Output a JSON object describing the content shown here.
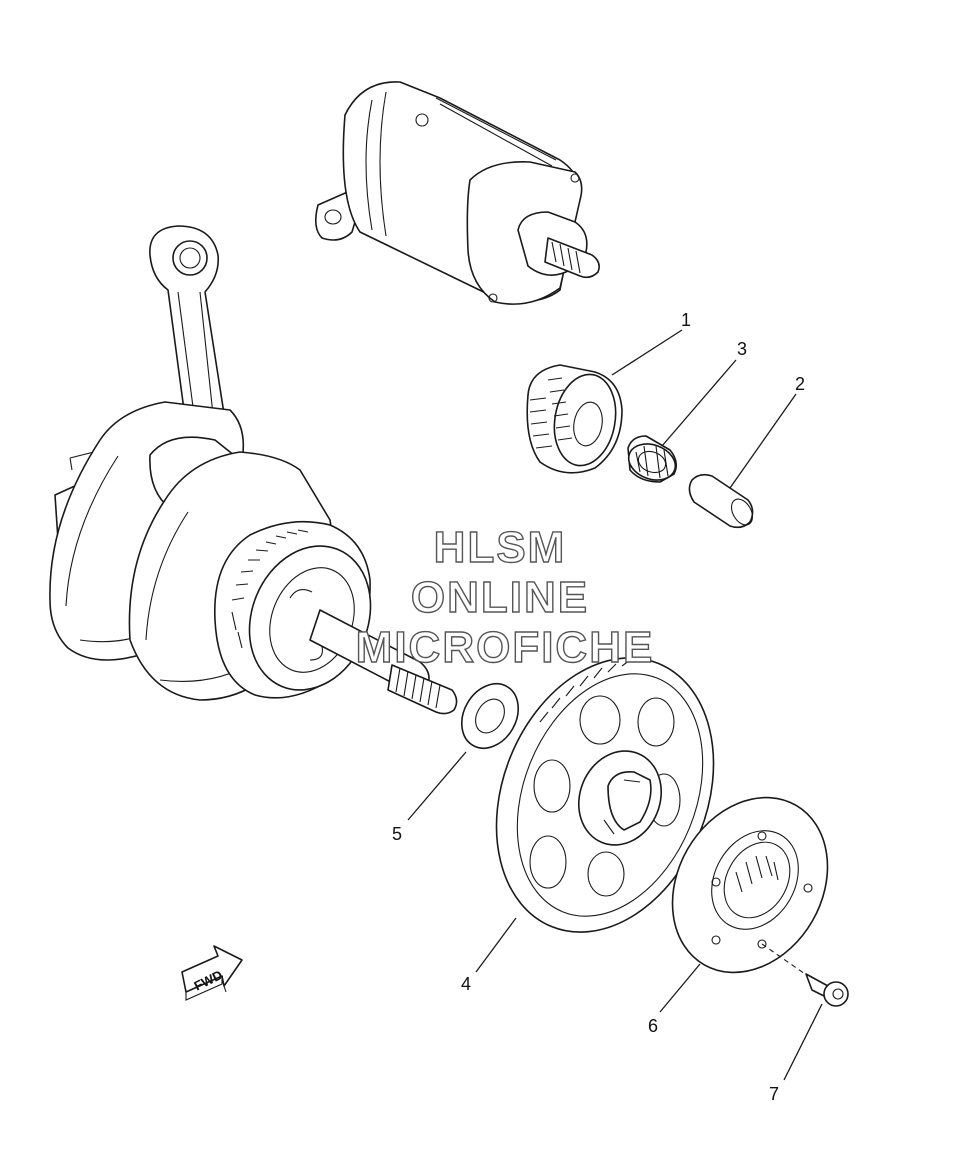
{
  "diagram": {
    "watermark": {
      "line1": "HLSM",
      "line2": "ONLINE",
      "line3": "MICROFICHE"
    },
    "direction_label": "FWD",
    "callouts": [
      "1",
      "2",
      "3",
      "4",
      "5",
      "6",
      "7"
    ],
    "parts": [
      {
        "id": "starter-motor",
        "number": ""
      },
      {
        "id": "crankshaft-assembly",
        "number": ""
      },
      {
        "id": "idler-gear",
        "number": "1"
      },
      {
        "id": "shaft",
        "number": "2"
      },
      {
        "id": "needle-bearing",
        "number": "3"
      },
      {
        "id": "starter-wheel-gear",
        "number": "4"
      },
      {
        "id": "washer",
        "number": "5"
      },
      {
        "id": "one-way-clutch",
        "number": "6"
      },
      {
        "id": "bolt",
        "number": "7"
      }
    ]
  }
}
